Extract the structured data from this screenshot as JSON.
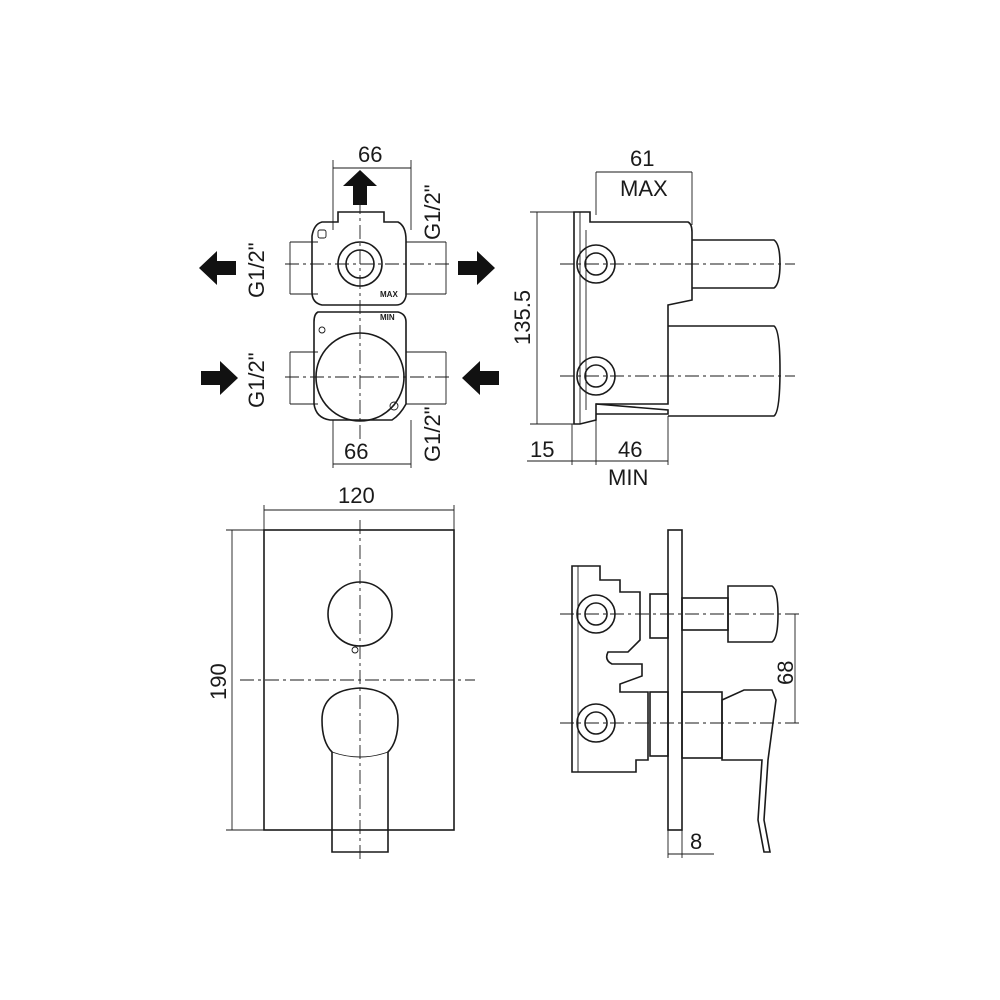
{
  "top_front_view": {
    "width_top": "66",
    "width_bottom": "66",
    "port_top_right": "G1/2\"",
    "port_left_upper": "G1/2\"",
    "port_left_lower": "G1/2\"",
    "port_bottom_right": "G1/2\"",
    "label_max": "MAX",
    "label_min": "MIN"
  },
  "top_side_view": {
    "depth_max_value": "61",
    "depth_max_label": "MAX",
    "height": "135.5",
    "offset": "15",
    "depth_min_value": "46",
    "depth_min_label": "MIN"
  },
  "plate_front_view": {
    "width": "120",
    "height": "190"
  },
  "plate_side_view": {
    "spacing": "68",
    "plate_thickness": "8"
  },
  "colors": {
    "line": "#1a1a1a",
    "background": "#ffffff"
  }
}
